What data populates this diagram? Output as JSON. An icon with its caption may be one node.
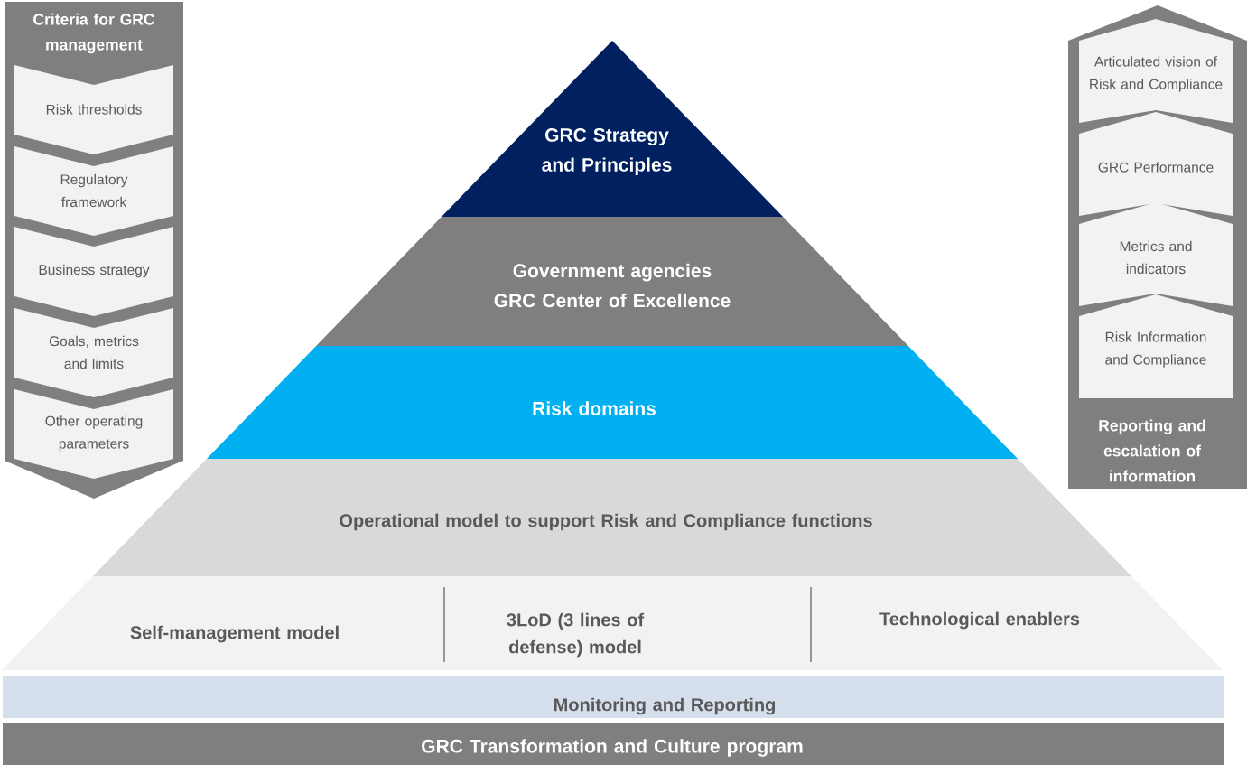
{
  "diagram": {
    "nodes": [
      {
        "text": [
          "Criteria for GRC management"
        ]
      },
      {
        "text": [
          "Risk thresholds"
        ],
        "in": 0
      },
      {
        "text": [
          "Regulatory framework"
        ],
        "in": 0
      },
      {
        "text": [
          "Business strategy"
        ],
        "in": 0
      },
      {
        "text": [
          "Goals, metrics and limits"
        ],
        "in": 0
      },
      {
        "text": [
          "Other operating parameters"
        ],
        "in": 0
      },
      {
        "text": [
          "Reporting and escalation of information"
        ]
      },
      {
        "text": [
          "Articulated vision of Risk and Compliance"
        ],
        "in": 6
      },
      {
        "text": [
          "GRC Performance"
        ],
        "in": 6
      },
      {
        "text": [
          "Metrics and indicators"
        ],
        "in": 6
      },
      {
        "text": [
          "Risk Information and Compliance"
        ],
        "in": 6
      },
      {
        "text": [
          "GRC Strategy and Principles"
        ]
      },
      {
        "text": [
          "Government agencies GRC Center of Excellence"
        ]
      },
      {
        "text": [
          "Risk domains"
        ]
      },
      {
        "text": [
          "Operational model to support Risk and Compliance functions"
        ]
      },
      {
        "text": [
          "Self-management model",
          "3LoD (3 lines of defense) model",
          "Technological enablers"
        ]
      },
      {
        "text": [
          "Monitoring and Reporting"
        ]
      },
      {
        "text": [
          "GRC Transformation and Culture program"
        ]
      }
    ]
  }
}
